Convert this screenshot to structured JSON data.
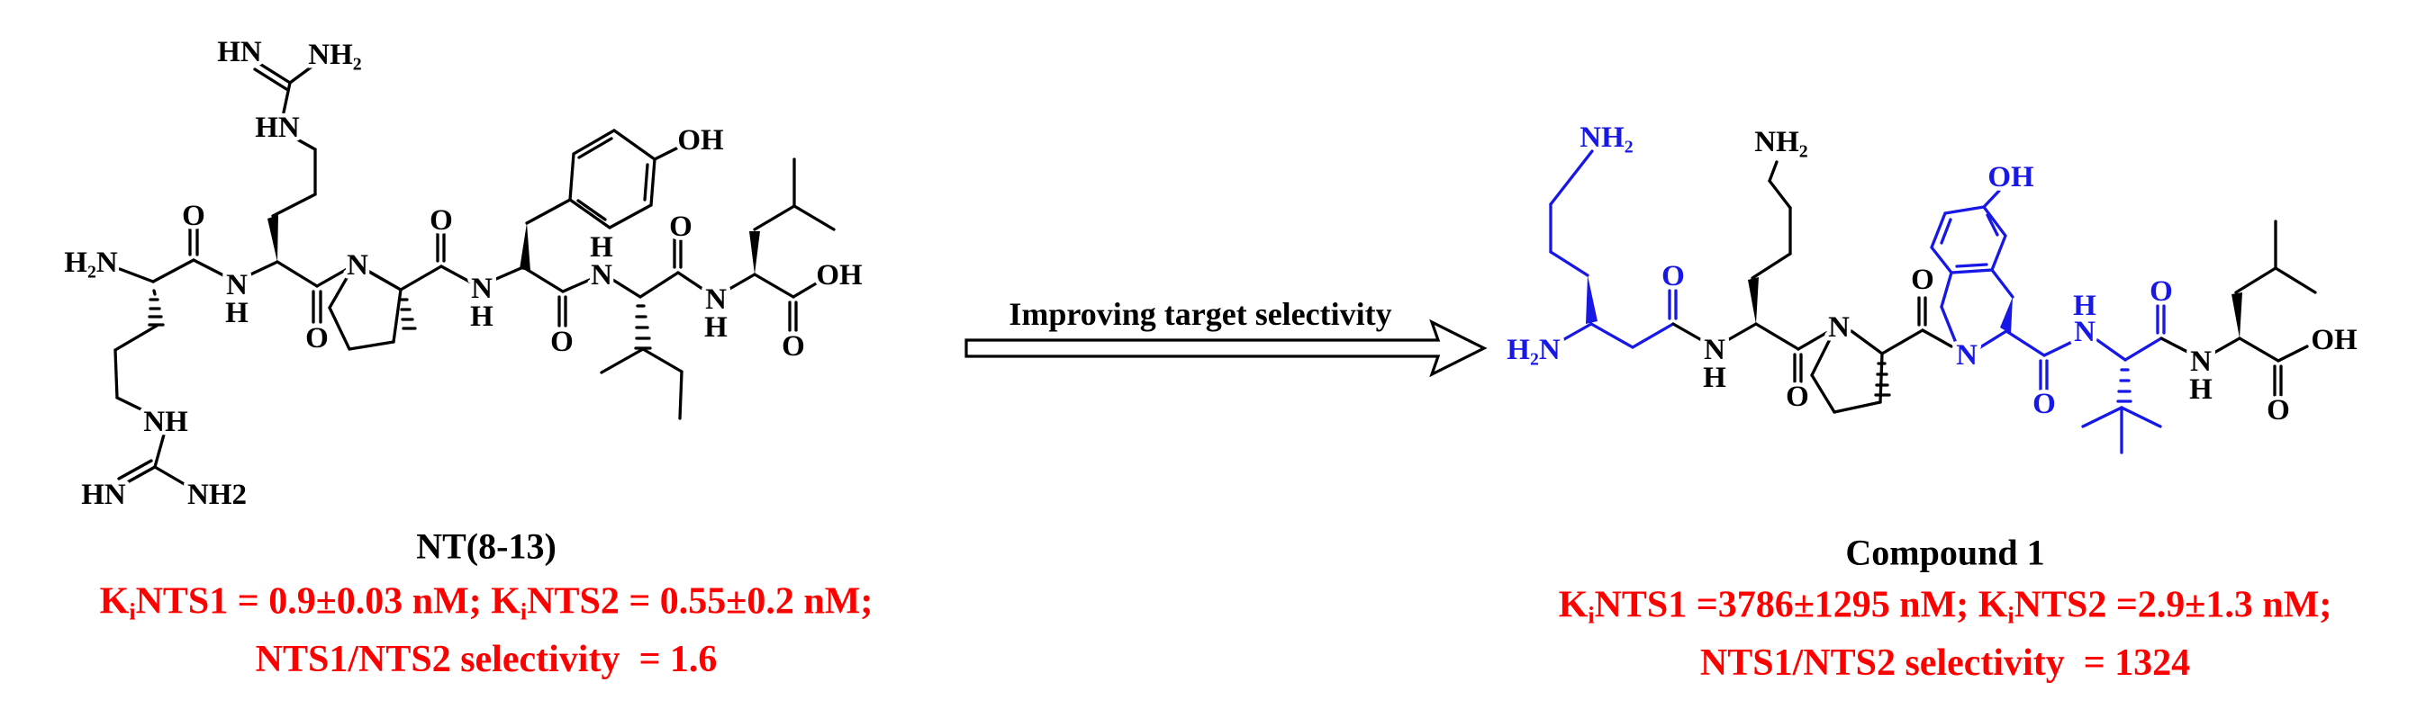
{
  "arrow": {
    "label": "Improving target selectivity"
  },
  "colors": {
    "highlight_blue": "#1717e6",
    "affinity_red": "#fb0200",
    "bond_black": "#000000"
  },
  "left_structure": {
    "name": "NT(8-13)",
    "affinity": {
      "k": "K",
      "k_sub": "i",
      "line1_a": "NTS1 = 0.9±0.03 nM; ",
      "line1_b": "NTS2 = 0.55±0.2 nM;",
      "line2": "NTS1/NTS2 selectivity  = 1.6"
    },
    "atoms": {
      "n_term_h2n": "H₂N",
      "arg1_o": "O",
      "amide1_n": "N",
      "amide1_h": "H",
      "arg2_ne_hn": "HN",
      "arg2_gdn_hn": "HN",
      "arg2_gdn_nh2": "NH₂",
      "arg2_o": "O",
      "pro_n": "N",
      "pro_o": "O",
      "amide3_n": "N",
      "amide3_h": "H",
      "tyr_oh": "OH",
      "tyr_o": "O",
      "amide4_h": "H",
      "amide4_n": "N",
      "ile_o": "O",
      "amide5_n": "N",
      "amide5_h": "H",
      "cterm_oh": "OH",
      "cterm_o": "O",
      "arg1_ne_nh": "NH",
      "arg1_gdn_hn": "HN",
      "arg1_gdn_nh2": "NH2"
    }
  },
  "right_structure": {
    "name": "Compound 1",
    "affinity": {
      "k": "K",
      "k_sub": "i",
      "line1_a": "NTS1 =3786±1295 nM; ",
      "line1_b": "NTS2 =2.9±1.3 nM;",
      "line2": "NTS1/NTS2 selectivity  = 1324"
    },
    "atoms": {
      "blys_nh2": "NH₂",
      "blys_h2n": "H₂N",
      "blys_o": "O",
      "lys_nh2": "NH₂",
      "amide1_n": "N",
      "amide1_h": "H",
      "lys_o": "O",
      "pro_n": "N",
      "pro_o": "O",
      "tic_oh": "OH",
      "tic_n": "N",
      "tic_o": "O",
      "tbu_h": "H",
      "tbu_n": "N",
      "tbu_o": "O",
      "amide5_n": "N",
      "amide5_h": "H",
      "cterm_oh": "OH",
      "cterm_o": "O"
    }
  }
}
